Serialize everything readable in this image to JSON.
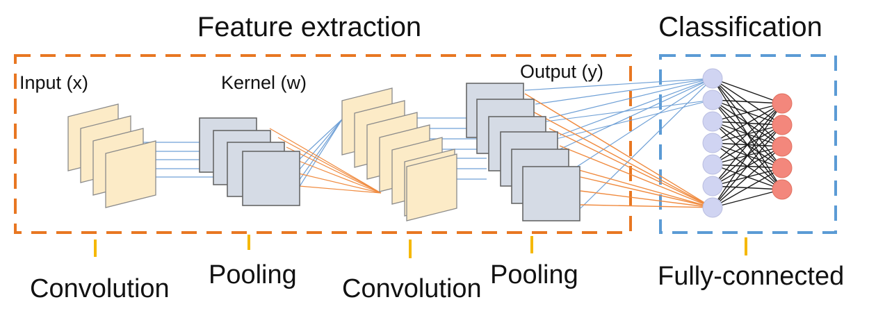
{
  "titles": {
    "feature_extraction": "Feature extraction",
    "classification": "Classification"
  },
  "labels": {
    "input": "Input (x)",
    "kernel": "Kernel (w)",
    "output": "Output (y)"
  },
  "stages": [
    {
      "label": "Convolution"
    },
    {
      "label": "Pooling"
    },
    {
      "label": "Convolution"
    },
    {
      "label": "Pooling"
    },
    {
      "label": "Fully-connected"
    }
  ],
  "colors": {
    "feature_box": "#E87722",
    "classification_box": "#5B9BD5",
    "feature_map": "#FCEBC7",
    "pooled_map": "#D5DBE5",
    "fc_input_node": "#D0D4F2",
    "fc_output_node": "#F3877C",
    "blue_connection": "#6FA0D6",
    "orange_connection": "#F08A3E",
    "stage_tick": "#F5B800"
  },
  "network": {
    "fc_input_nodes": 7,
    "fc_output_nodes": 5
  }
}
